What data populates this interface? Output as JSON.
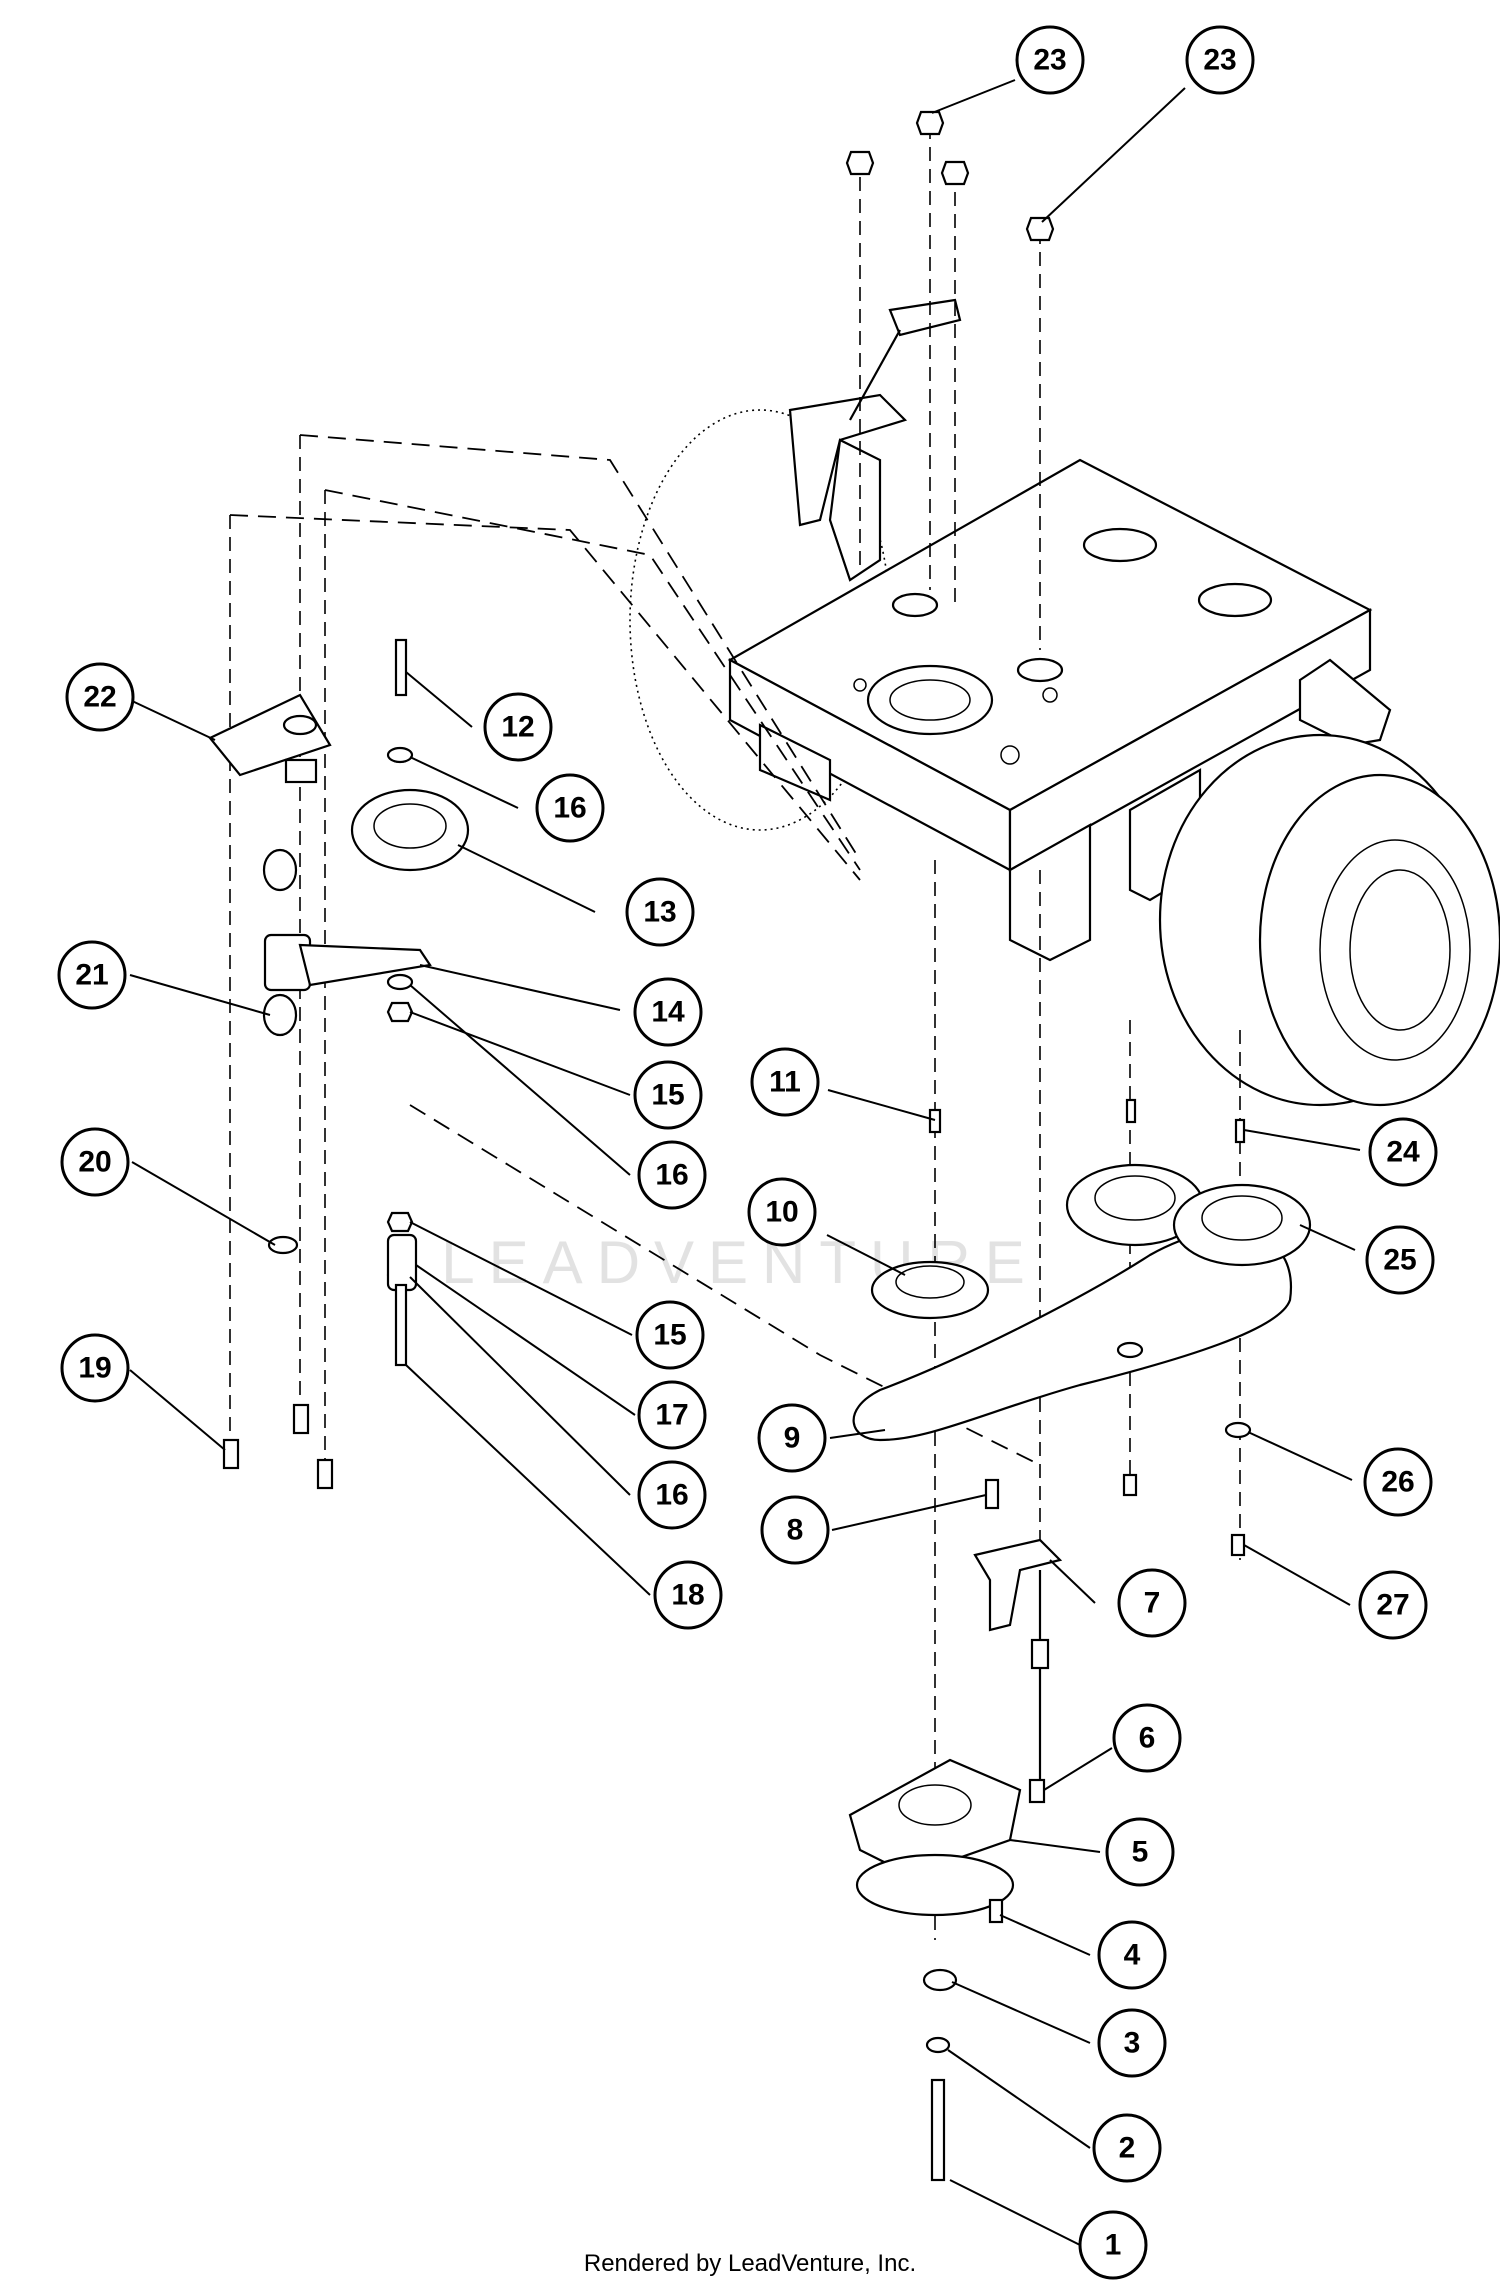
{
  "diagram": {
    "watermark": "LEADVENTURE",
    "footer": "Rendered by LeadVenture, Inc.",
    "callouts": [
      {
        "label": "1"
      },
      {
        "label": "2"
      },
      {
        "label": "3"
      },
      {
        "label": "4"
      },
      {
        "label": "5"
      },
      {
        "label": "6"
      },
      {
        "label": "7"
      },
      {
        "label": "8"
      },
      {
        "label": "9"
      },
      {
        "label": "10"
      },
      {
        "label": "11"
      },
      {
        "label": "12"
      },
      {
        "label": "13"
      },
      {
        "label": "14"
      },
      {
        "label": "15"
      },
      {
        "label": "16"
      },
      {
        "label": "15"
      },
      {
        "label": "16"
      },
      {
        "label": "17"
      },
      {
        "label": "16"
      },
      {
        "label": "18"
      },
      {
        "label": "19"
      },
      {
        "label": "20"
      },
      {
        "label": "21"
      },
      {
        "label": "22"
      },
      {
        "label": "23"
      },
      {
        "label": "23"
      },
      {
        "label": "24"
      },
      {
        "label": "25"
      },
      {
        "label": "26"
      },
      {
        "label": "27"
      }
    ]
  }
}
